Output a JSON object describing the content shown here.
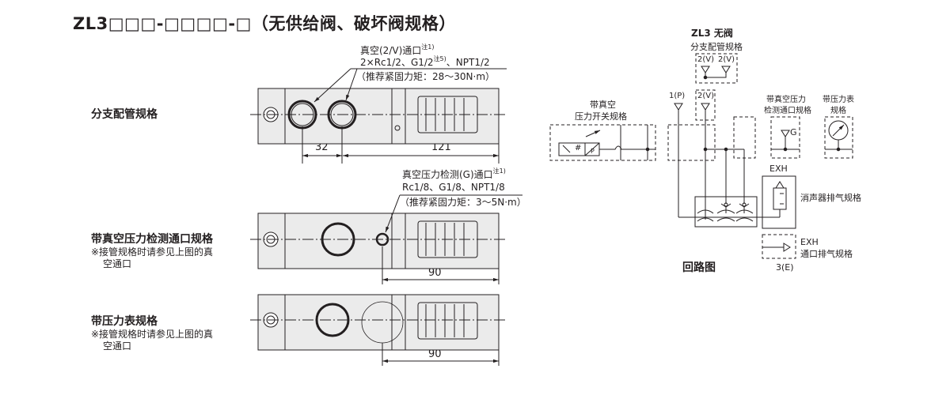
{
  "title": "ZL3□□□-□□□□-□（无供给阀、破坏阀规格）",
  "sections": [
    {
      "label": "分支配管规格"
    },
    {
      "label": "带真空压力检测通口规格",
      "note_line1": "※接管规格时请参见上图的真",
      "note_line2": "空通口"
    },
    {
      "label": "带压力表规格",
      "note_line1": "※接管规格时请参见上图的真",
      "note_line2": "空通口"
    }
  ],
  "annotations": {
    "vacuum_port": {
      "line1": "真空(2/V)通口",
      "line1_note": "注1)",
      "line2a": "2×Rc1/2、G1/2",
      "line2_note": "注5)",
      "line2b": "、NPT1/2",
      "line3": "（推荐紧固力矩：28～30N·m）"
    },
    "gauge_port": {
      "line1": "真空压力检测(G)通口",
      "line1_note": "注1)",
      "line2": "Rc1/8、G1/8、NPT1/8",
      "line3": "（推荐紧固力矩：3～5N·m）"
    }
  },
  "dimensions": {
    "d1": "32",
    "d2": "121",
    "d3": "90",
    "d4": "90"
  },
  "circuit": {
    "heading": "ZL3 无阀",
    "branch_label": "分支配管规格",
    "port_2v_a": "2(V)",
    "port_2v_b": "2(V)",
    "port_1p": "1(P)",
    "port_2v_c": "2(V)",
    "switch_label_1": "带真空",
    "switch_label_2": "压力开关规格",
    "switch_p": "P",
    "switch_hash": "#",
    "gport_label_1": "带真空压力",
    "gport_label_2": "检测通口规格",
    "gport_g": "G",
    "gauge_label_1": "带压力表",
    "gauge_label_2": "规格",
    "exh_top": "EXH",
    "silencer_label": "消声器排气规格",
    "exh_port": "EXH",
    "exh_port_label": "通口排气规格",
    "port_3e": "3(E)",
    "caption": "回路图"
  }
}
